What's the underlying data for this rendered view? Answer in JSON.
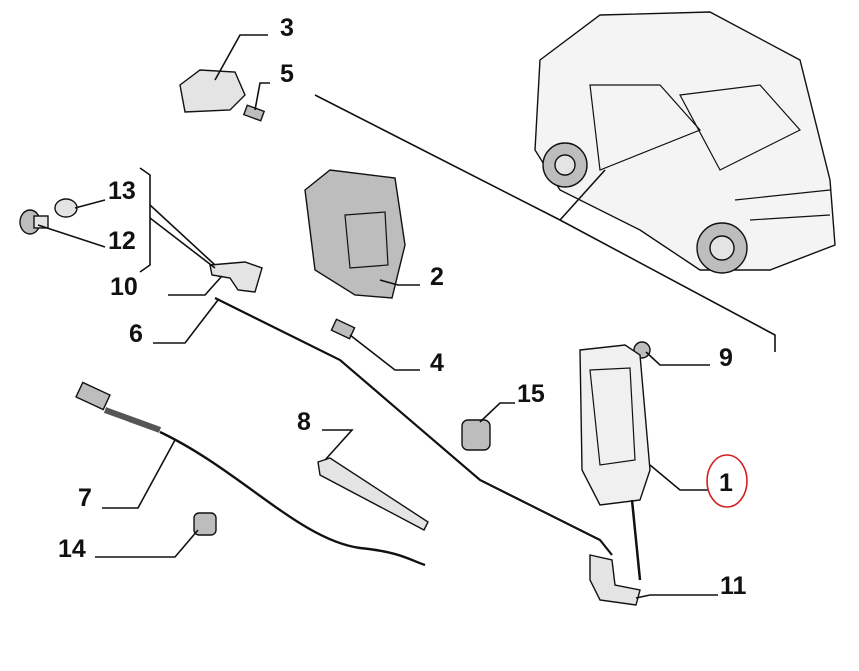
{
  "diagram": {
    "title_hidden": null,
    "callouts": {
      "p1": "1",
      "p2": "2",
      "p3": "3",
      "p4": "4",
      "p5": "5",
      "p6": "6",
      "p7": "7",
      "p8": "8",
      "p9": "9",
      "p10": "10",
      "p11": "11",
      "p12": "12",
      "p13": "13",
      "p14": "14",
      "p15": "15"
    },
    "highlight_color": "#d42020",
    "highlighted_part": "1"
  }
}
